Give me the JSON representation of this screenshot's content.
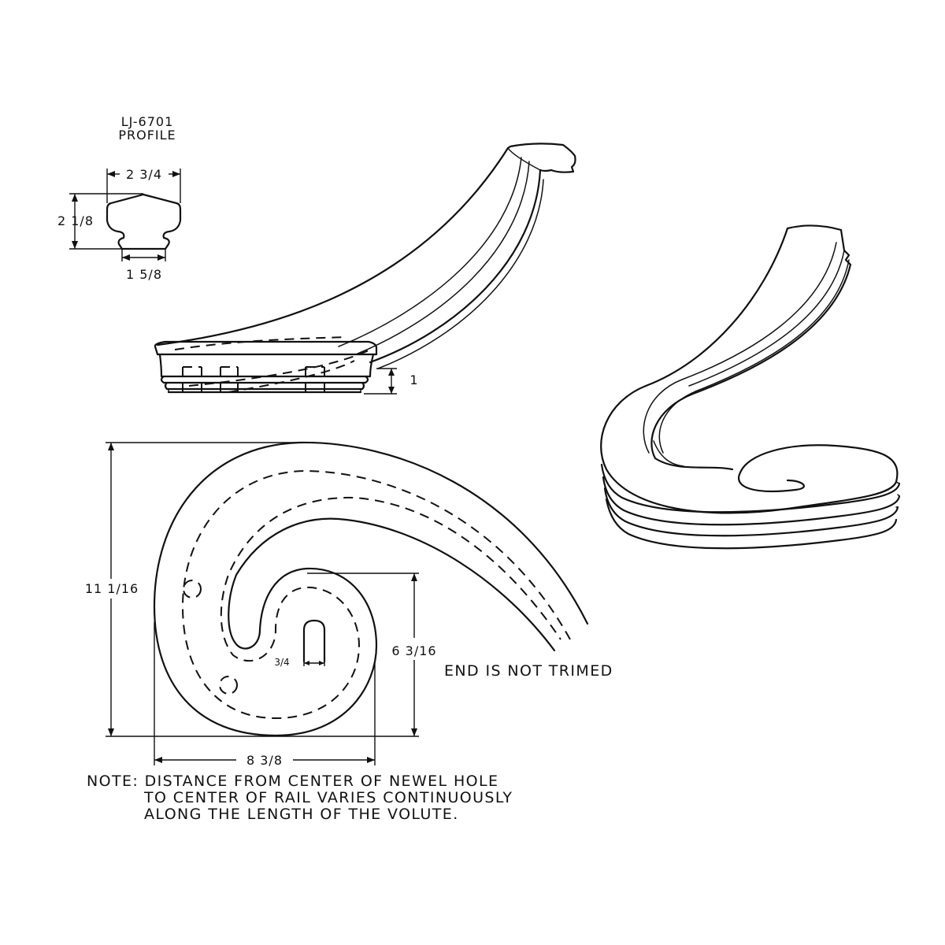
{
  "profile": {
    "part_number": "LJ-6701",
    "title": "PROFILE",
    "dim_top_width": "2 3/4",
    "dim_height": "2 1/8",
    "dim_bottom_width": "1 5/8"
  },
  "side_view": {
    "dim_cap_height": "1"
  },
  "plan_view": {
    "dim_overall_height": "11 1/16",
    "dim_width": "8 3/8",
    "dim_inner_height": "6 3/16",
    "dim_newel_slot": "3/4",
    "end_callout": "END IS NOT TRIMED"
  },
  "note": {
    "line1": "NOTE: DISTANCE FROM CENTER OF NEWEL HOLE",
    "line2": "TO CENTER OF RAIL VARIES CONTINUOUSLY",
    "line3": "ALONG THE LENGTH OF THE VOLUTE."
  }
}
